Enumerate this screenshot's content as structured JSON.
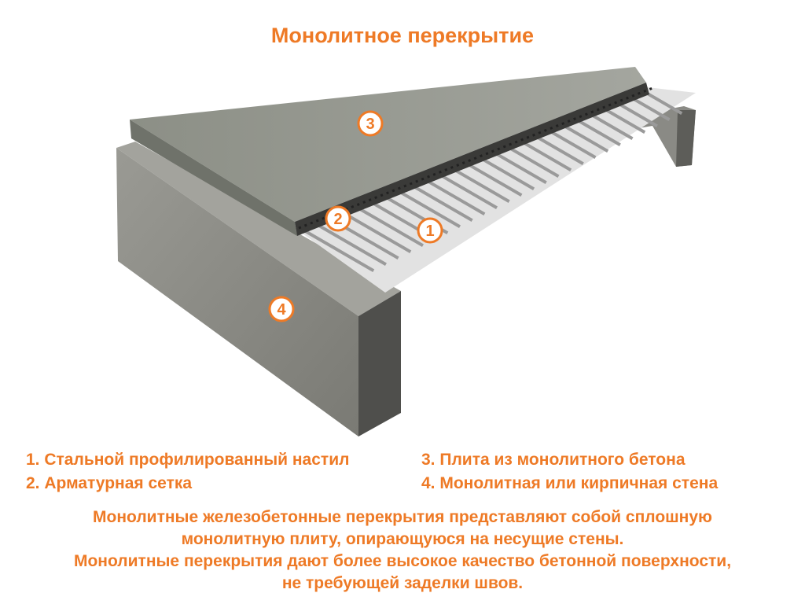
{
  "title": "Монолитное перекрытие",
  "markers": [
    "1",
    "2",
    "3",
    "4"
  ],
  "legend": [
    "1. Стальной профилированный настил",
    "2. Арматурная сетка",
    "3. Плита из монолитного бетона",
    "4. Монолитная или кирпичная стена"
  ],
  "description": [
    "Монолитные железобетонные перекрытия представляют собой сплошную",
    "монолитную плиту, опирающуюся на несущие стены.",
    "Монолитные перекрытия дают более высокое качество бетонной поверхности,",
    "не требующей заделки швов."
  ],
  "colors": {
    "accent": "#ee7a26",
    "concrete": "#8e8e88",
    "decking": "#d8d8d8"
  }
}
